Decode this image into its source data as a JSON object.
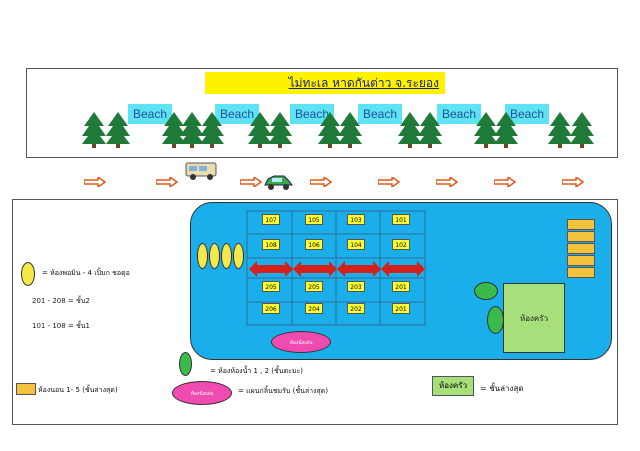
{
  "top": {
    "title": "ไม่ทะเล หาดกันต่าว จ.ระยอง",
    "beach_labels": [
      "Beach",
      "Beach",
      "Beach",
      "Beach",
      "Beach",
      "Beach"
    ]
  },
  "rooms": [
    "107",
    "105",
    "103",
    "101",
    "108",
    "106",
    "104",
    "102",
    "205",
    "205",
    "203",
    "201",
    "206",
    "204",
    "202",
    "201",
    "206",
    "204",
    "202",
    "201"
  ],
  "legend": {
    "yellow_oval": "= ห้องพอมิน - 4 เปิ้มก ชอดุอ",
    "floor2": "201 - 208 = ชั้น2",
    "floor1": "101 - 108 = ชั้น1",
    "green_oval": "= ห้องห้องน้ำ 1 , 2 (ชั้นตะมะ)",
    "pink_oval_inner": "ห้องนั่งเล่น",
    "pink_oval": "= แผนก่ลิ้นชมรับ (ชั้นล่างสุด)",
    "stairs": "ห้องนอน 1- 5 (ชั้นล่างสุด)",
    "kitchen": "ห้องครัว",
    "kitchen_legend": "= ชั้นล่างสุด"
  },
  "pool": {
    "pink_label": "ห้องนั่งเล่น",
    "kitchen_label": "ห้องครัว"
  },
  "colors": {
    "pool": "#1aaeea",
    "beach_label_bg": "#5ee3f2",
    "arrow": "#e05a1c",
    "room": "#ffff33",
    "kitchen": "#a7e07a",
    "tree": "#1f7a3a"
  }
}
